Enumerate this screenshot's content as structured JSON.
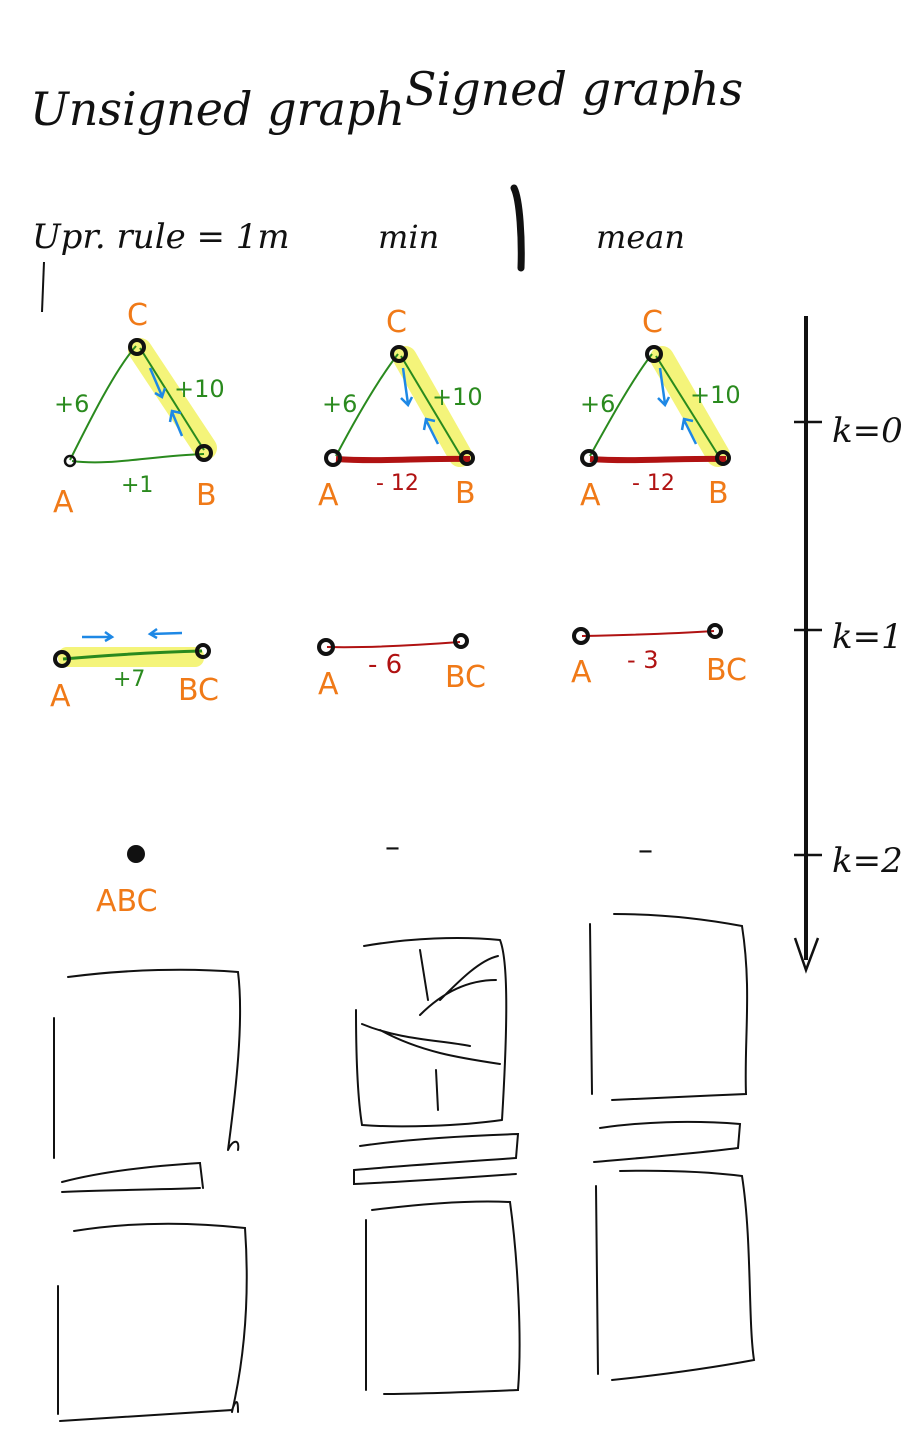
{
  "headers": {
    "left": "Unsigned graph",
    "right": "Signed graphs"
  },
  "subheaders": {
    "left": "Upr. rule = 1m",
    "middle": "min",
    "right": "mean"
  },
  "colors": {
    "ink": "#111111",
    "node_label": "#f07a18",
    "positive_edge": "#2a8a1e",
    "negative_edge": "#b01212",
    "arrow": "#1e88e5",
    "highlight": "#f4f47a"
  },
  "levels": [
    "k=0",
    "k=1",
    "k=2"
  ],
  "columns": [
    {
      "level0": {
        "nodes": [
          "A",
          "B",
          "C"
        ],
        "edges": [
          {
            "from": "A",
            "to": "C",
            "weight": "+6",
            "sign": "positive"
          },
          {
            "from": "C",
            "to": "B",
            "weight": "+10",
            "sign": "positive",
            "highlight": true
          },
          {
            "from": "A",
            "to": "B",
            "weight": "+1",
            "sign": "positive"
          }
        ]
      },
      "level1": {
        "left": "A",
        "right": "BC",
        "weight": "+7",
        "sign": "positive",
        "highlight": true
      },
      "level2": {
        "node": "ABC"
      }
    },
    {
      "level0": {
        "nodes": [
          "A",
          "B",
          "C"
        ],
        "edges": [
          {
            "from": "A",
            "to": "C",
            "weight": "+6",
            "sign": "positive"
          },
          {
            "from": "C",
            "to": "B",
            "weight": "+10",
            "sign": "positive",
            "highlight": true
          },
          {
            "from": "A",
            "to": "B",
            "weight": "- 12",
            "sign": "negative"
          }
        ]
      },
      "level1": {
        "left": "A",
        "right": "BC",
        "weight": "- 6",
        "sign": "negative"
      },
      "level2": {
        "dash": "–"
      }
    },
    {
      "level0": {
        "nodes": [
          "A",
          "B",
          "C"
        ],
        "edges": [
          {
            "from": "A",
            "to": "C",
            "weight": "+6",
            "sign": "positive"
          },
          {
            "from": "C",
            "to": "B",
            "weight": "+10",
            "sign": "positive",
            "highlight": true
          },
          {
            "from": "A",
            "to": "B",
            "weight": "- 12",
            "sign": "negative"
          }
        ]
      },
      "level1": {
        "left": "A",
        "right": "BC",
        "weight": "- 3",
        "sign": "negative"
      },
      "level2": {
        "dash": "–"
      }
    }
  ]
}
